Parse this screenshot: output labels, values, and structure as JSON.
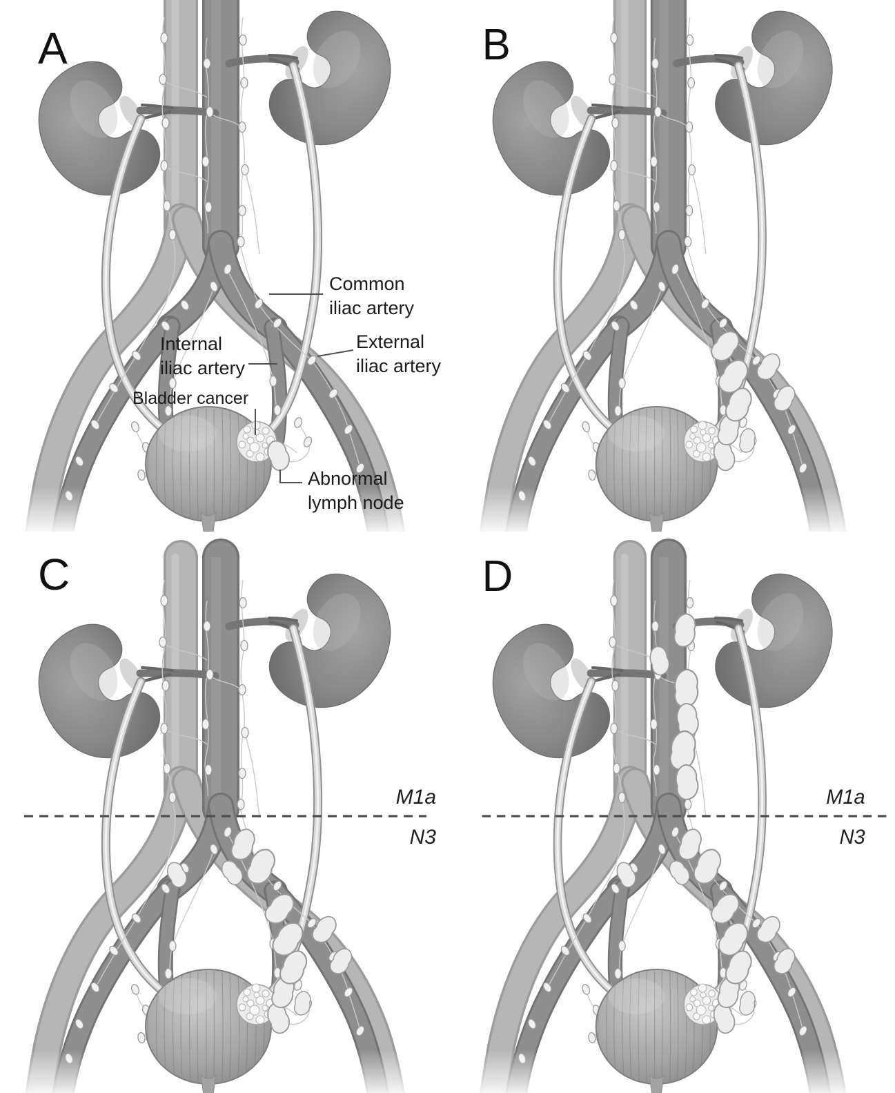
{
  "panels": [
    {
      "letter": "A",
      "annotations": {
        "common_iliac_artery": [
          "Common",
          "iliac artery"
        ],
        "internal_iliac_artery": [
          "Internal",
          "iliac artery"
        ],
        "external_iliac_artery": [
          "External",
          "iliac artery"
        ],
        "bladder_cancer": "Bladder cancer",
        "abnormal_lymph_node": [
          "Abnormal",
          "lymph node"
        ]
      }
    },
    {
      "letter": "B"
    },
    {
      "letter": "C",
      "region_above_line": "M1a",
      "region_below_line": "N3"
    },
    {
      "letter": "D",
      "region_above_line": "M1a",
      "region_below_line": "N3"
    }
  ],
  "colors": {
    "background": "#ffffff",
    "kidney": "#8a8a8a",
    "artery": "#8e8e8e",
    "vein": "#b6b6b6",
    "ureter": "#d8d8d8",
    "lymph_node_fill": "#f0f0f0",
    "lymph_node_outline": "#9b9b9b",
    "label_text": "#1b1b1b",
    "dashed_line": "#4d4d4d"
  }
}
